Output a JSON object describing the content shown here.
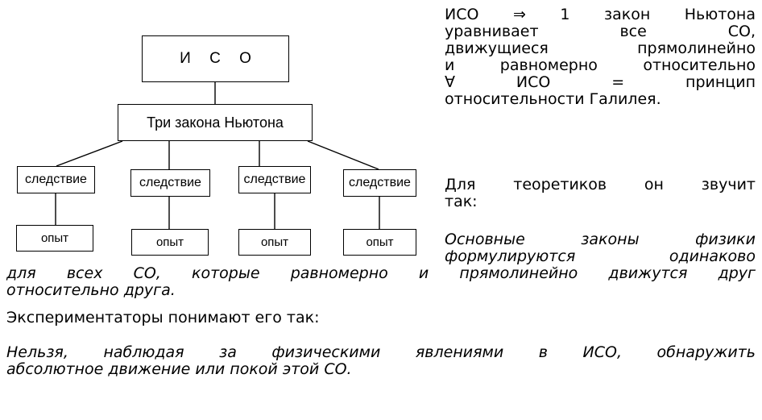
{
  "diagram": {
    "iso_label": "И С О",
    "laws_label": "Три закона Ньютона",
    "consequence_labels": [
      "следствие",
      "следствие",
      "следствие",
      "следствие"
    ],
    "experiment_labels": [
      "опыт",
      "опыт",
      "опыт",
      "опыт"
    ]
  },
  "text": {
    "p1_lines": [
      "ИСО ⇒ 1 закон Ньютона",
      "уравнивает все СО,",
      "движущиеся прямолинейно",
      "и равномерно относительно",
      "∀ ИСО = принцип",
      "относительности Галилея."
    ],
    "p2_lines": [
      "Для теоретиков он звучит",
      "так:"
    ],
    "p3_lines": [
      "Основные законы физики",
      "формулируются одинаково"
    ],
    "p3_cont_lines": [
      "для всех СО, которые равномерно и прямолинейно движутся друг",
      "относительно друга."
    ],
    "p4": "Экспериментаторы понимают его так:",
    "p5_lines": [
      "Нельзя, наблюдая за физическими явлениями в ИСО, обнаружить",
      "абсолютное движение или покой этой СО."
    ]
  }
}
